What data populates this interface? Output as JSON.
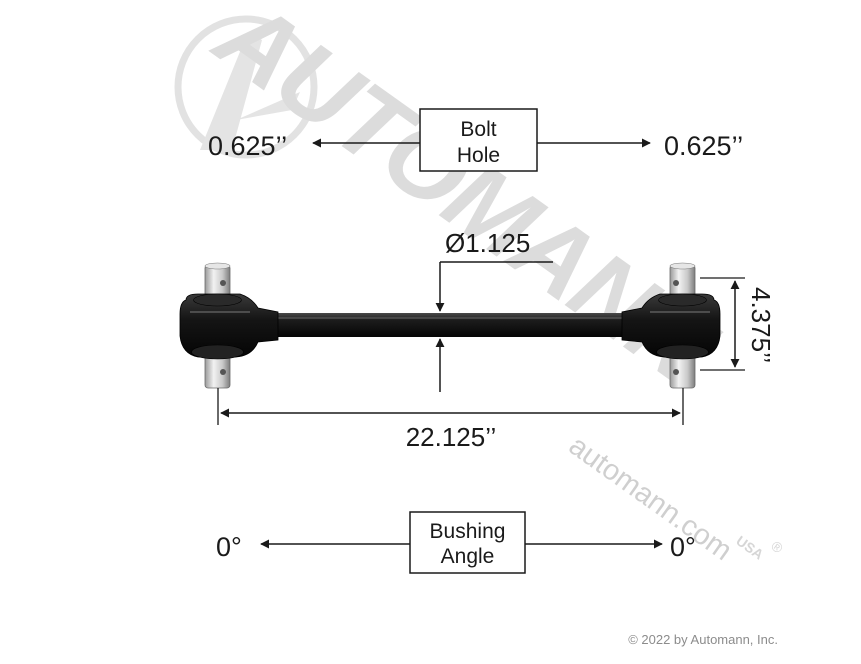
{
  "bolt_hole": {
    "label_line1": "Bolt",
    "label_line2": "Hole",
    "left_value": "0.625’’",
    "right_value": "0.625’’"
  },
  "dimensions": {
    "diameter": "Ø1.125",
    "length": "22.125’’",
    "height": "4.375’’"
  },
  "bushing_angle": {
    "label_line1": "Bushing",
    "label_line2": "Angle",
    "left_value": "0°",
    "right_value": "0°"
  },
  "watermark": {
    "brand": "AUTOMANN",
    "suffix": "USA",
    "registered": "®",
    "url": "automann.com"
  },
  "copyright": "© 2022 by Automann, Inc.",
  "colors": {
    "line": "#1a1a1a",
    "watermark": "#dcdcdc",
    "watermark_url": "#cfcfcf",
    "arm_body": "#151515",
    "pin_metal": "#d8d8d8"
  }
}
